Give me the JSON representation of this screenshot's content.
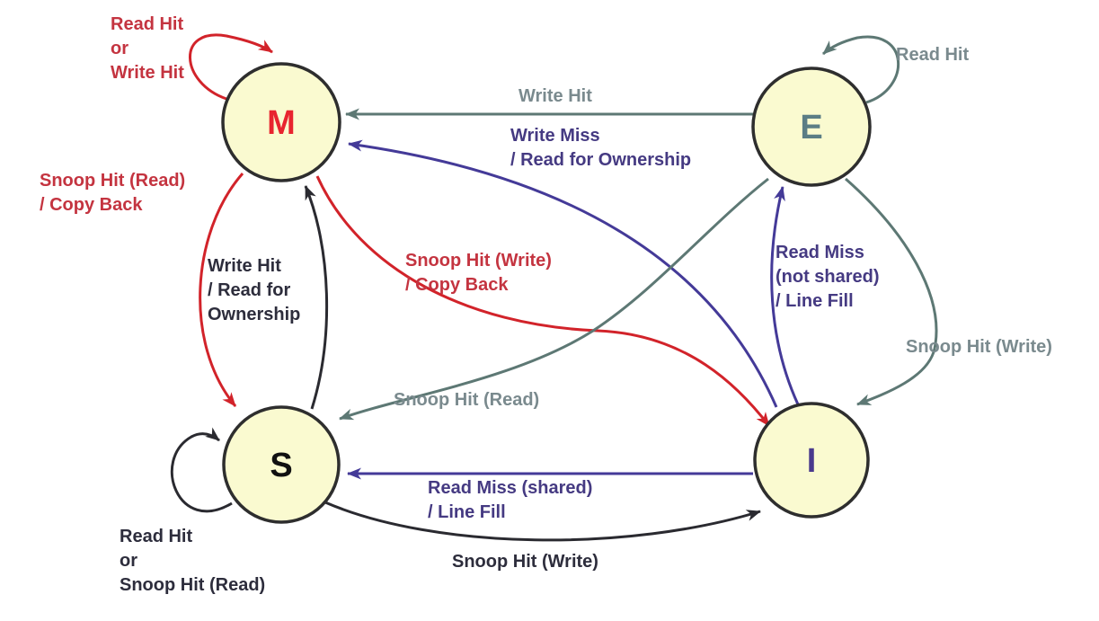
{
  "colors": {
    "background": "#ffffff",
    "node-fill": "#fafad0",
    "node-border": "#2e2e2e",
    "red-stroke": "#d2232a",
    "red-text": "#c43440",
    "slate-stroke": "#5d7874",
    "slate-text": "#7a8a8e",
    "purple-stroke": "#443a98",
    "purple-text": "#453a82",
    "black-stroke": "#2a2a30",
    "black-text": "#2d2d3c",
    "m-letter": "#e8242f",
    "e-letter": "#5b7d85",
    "s-letter": "#111111",
    "i-letter": "#4a3a8d"
  },
  "nodes": {
    "m": {
      "label": "M"
    },
    "e": {
      "label": "E"
    },
    "s": {
      "label": "S"
    },
    "i": {
      "label": "I"
    }
  },
  "edges": {
    "m_self": {
      "from": "M",
      "to": "M",
      "lines": [
        "Read Hit",
        "or",
        "Write Hit"
      ]
    },
    "e_self": {
      "from": "E",
      "to": "E",
      "lines": [
        "Read Hit"
      ]
    },
    "e_to_m": {
      "from": "E",
      "to": "M",
      "lines": [
        "Write Hit"
      ]
    },
    "i_to_m": {
      "from": "I",
      "to": "M",
      "lines": [
        "Write Miss",
        "/ Read for Ownership"
      ]
    },
    "m_to_s": {
      "from": "M",
      "to": "S",
      "lines": [
        "Snoop Hit (Read)",
        "/ Copy Back"
      ]
    },
    "s_to_m": {
      "from": "S",
      "to": "M",
      "lines": [
        "Write Hit",
        "/ Read for",
        "Ownership"
      ]
    },
    "m_to_i": {
      "from": "M",
      "to": "I",
      "lines": [
        "Snoop Hit (Write)",
        "/ Copy Back"
      ]
    },
    "e_to_s": {
      "from": "E",
      "to": "S",
      "lines": [
        "Snoop Hit (Read)"
      ]
    },
    "i_to_e": {
      "from": "I",
      "to": "E",
      "lines": [
        "Read Miss",
        "(not shared)",
        "/ Line Fill"
      ]
    },
    "e_to_i": {
      "from": "E",
      "to": "I",
      "lines": [
        "Snoop Hit (Write)"
      ]
    },
    "i_to_s": {
      "from": "I",
      "to": "S",
      "lines": [
        "Read Miss (shared)",
        "/ Line Fill"
      ]
    },
    "s_to_i": {
      "from": "S",
      "to": "I",
      "lines": [
        "Snoop Hit (Write)"
      ]
    },
    "s_self": {
      "from": "S",
      "to": "S",
      "lines": [
        "Read Hit",
        "or",
        "Snoop Hit (Read)"
      ]
    }
  }
}
